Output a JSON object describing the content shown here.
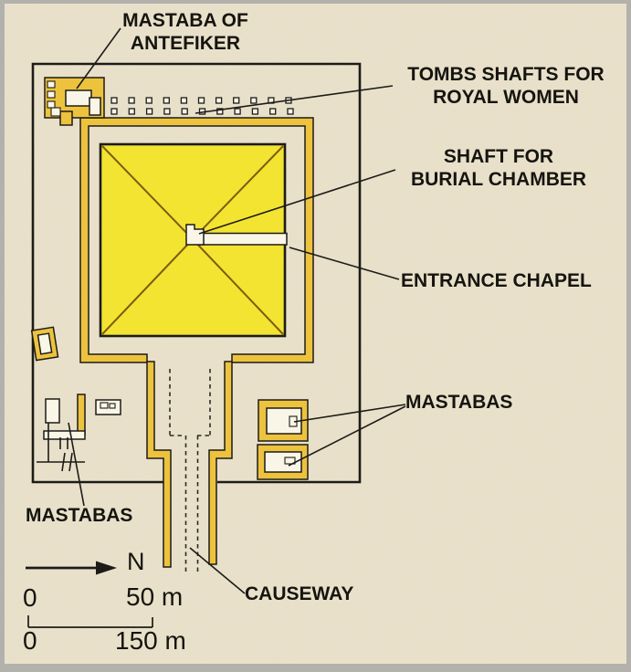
{
  "labels": {
    "mastaba_antefiker": {
      "line1": "MASTABA OF",
      "line2": "ANTEFIKER"
    },
    "tomb_shafts": {
      "line1": "TOMBS SHAFTS FOR",
      "line2": "ROYAL WOMEN"
    },
    "burial_shaft": {
      "line1": "SHAFT FOR",
      "line2": "BURIAL CHAMBER"
    },
    "entrance_chapel": "ENTRANCE CHAPEL",
    "mastabas_east": "MASTABAS",
    "mastabas_west": "MASTABAS",
    "causeway": "CAUSEWAY",
    "north": "N"
  },
  "scale_bar": {
    "upper": {
      "start": "0",
      "end": "50 m"
    },
    "lower": {
      "start": "0",
      "end": "150 m"
    }
  },
  "plan": {
    "shaft_rows": {
      "top_count": 11,
      "bottom_count": 11
    },
    "colors": {
      "paper": "#ebe3cc",
      "frame_gray": "#b3b1ac",
      "wall_yellow": "#edc33e",
      "pyramid_yellow": "#f3e431",
      "diagonal_brown": "#7d5c12",
      "line_black": "#1c1b18",
      "interior_white": "#faf6e7"
    }
  }
}
